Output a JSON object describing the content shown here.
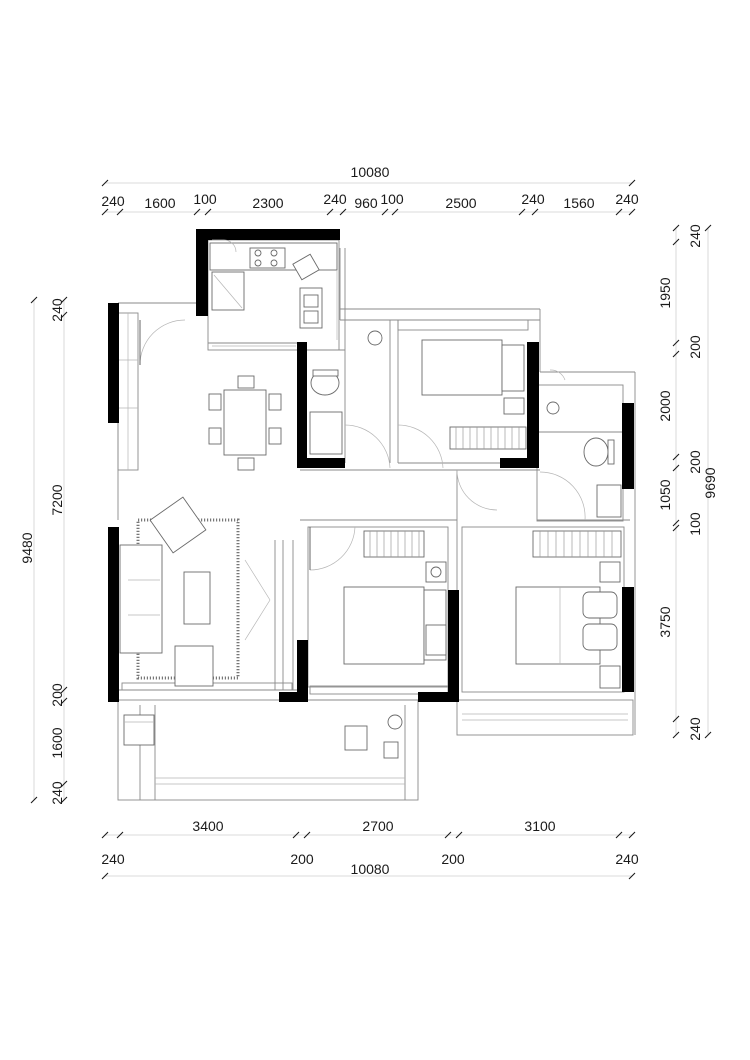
{
  "dimensions": {
    "top_total": "10080",
    "top_segments": [
      "240",
      "1600",
      "100",
      "2300",
      "240",
      "960",
      "100",
      "2500",
      "240",
      "1560",
      "240"
    ],
    "bottom_segments": [
      "3400",
      "2700",
      "3100"
    ],
    "bottom_walls": [
      "240",
      "200",
      "200",
      "240"
    ],
    "bottom_total": "10080",
    "left_total": "9480",
    "left_segments": [
      "240",
      "7200",
      "200",
      "1600",
      "240"
    ],
    "right_total": "9690",
    "right_segments": [
      "240",
      "1950",
      "200",
      "2000",
      "200",
      "1050",
      "100",
      "3750",
      "240"
    ]
  }
}
